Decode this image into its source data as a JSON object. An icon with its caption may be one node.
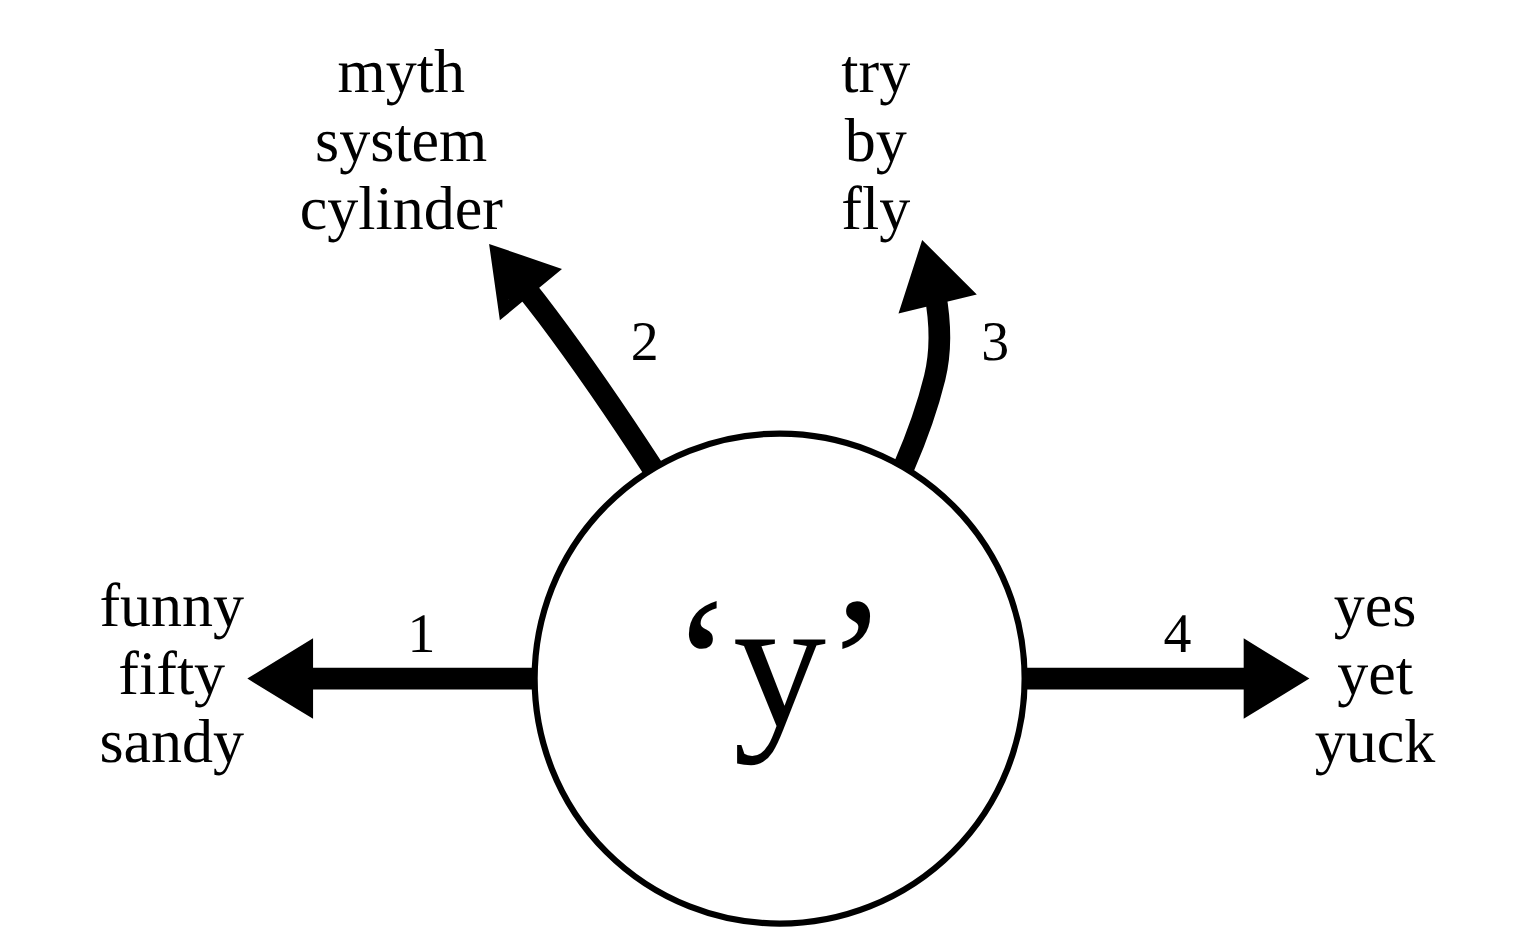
{
  "diagram": {
    "nodes": [
      {
        "text": [
          "‘y’"
        ]
      },
      {
        "text": [
          "funny",
          "fifty",
          "sandy"
        ]
      },
      {
        "text": [
          "myth",
          "system",
          "cylinder"
        ]
      },
      {
        "text": [
          "try",
          "by",
          "fly"
        ]
      },
      {
        "text": [
          "yes",
          "yet",
          "yuck"
        ]
      }
    ],
    "edges": [
      {
        "from": 0,
        "to": 1,
        "arrow": "to",
        "label": "1"
      },
      {
        "from": 0,
        "to": 2,
        "arrow": "to",
        "label": "2"
      },
      {
        "from": 0,
        "to": 3,
        "arrow": "to",
        "label": "3"
      },
      {
        "from": 0,
        "to": 4,
        "arrow": "to",
        "label": "4"
      }
    ]
  }
}
